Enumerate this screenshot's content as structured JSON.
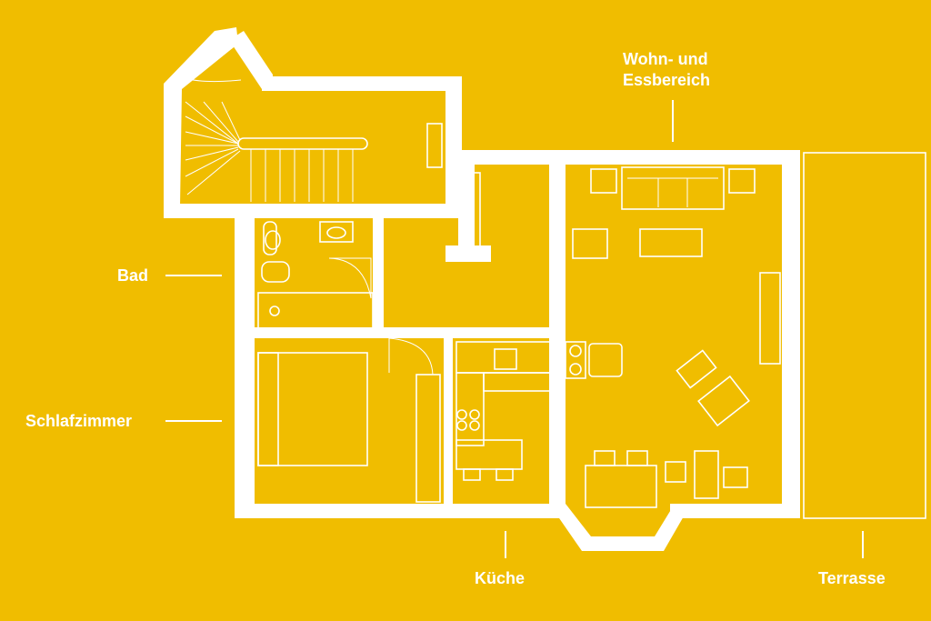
{
  "colors": {
    "background": "#f0bd00",
    "lines": "#ffffff"
  },
  "labels": {
    "living": "Wohn- und\nEssbereich",
    "bath": "Bad",
    "bedroom": "Schlafzimmer",
    "kitchen": "Küche",
    "terrace": "Terrasse"
  }
}
